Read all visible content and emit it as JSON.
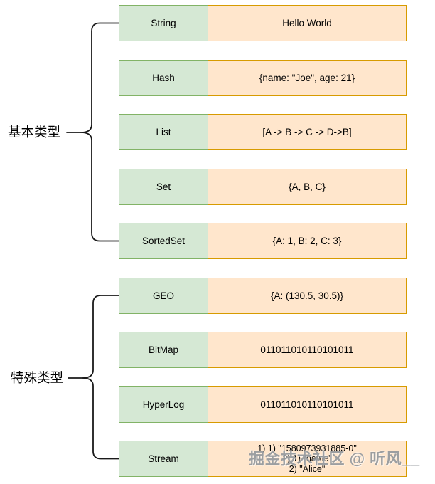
{
  "diagram": {
    "groups": [
      {
        "label": "基本类型"
      },
      {
        "label": "特殊类型"
      }
    ],
    "rows": [
      {
        "type": "String",
        "value": "Hello World"
      },
      {
        "type": "Hash",
        "value": "{name: \"Joe\", age: 21}"
      },
      {
        "type": "List",
        "value": "[A -> B -> C -> D->B]"
      },
      {
        "type": "Set",
        "value": "{A, B, C}"
      },
      {
        "type": "SortedSet",
        "value": "{A: 1, B: 2, C: 3}"
      },
      {
        "type": "GEO",
        "value": "{A: (130.5, 30.5)}"
      },
      {
        "type": "BitMap",
        "value": "011011010110101011"
      },
      {
        "type": "HyperLog",
        "value": "011011010110101011"
      },
      {
        "type": "Stream",
        "lines": [
          "1) 1) \"1580973931885-0\"",
          "2) 1) \"name\"",
          "2) \"Alice\""
        ]
      }
    ],
    "watermark": "掘金技术社区 @ 听风__",
    "colors": {
      "type_fill": "#d5e8d4",
      "type_border": "#82b366",
      "value_fill": "#ffe6cc",
      "value_border": "#d79b00",
      "connector": "#1a1a1a",
      "text": "#000000",
      "watermark": "#868b90"
    }
  }
}
